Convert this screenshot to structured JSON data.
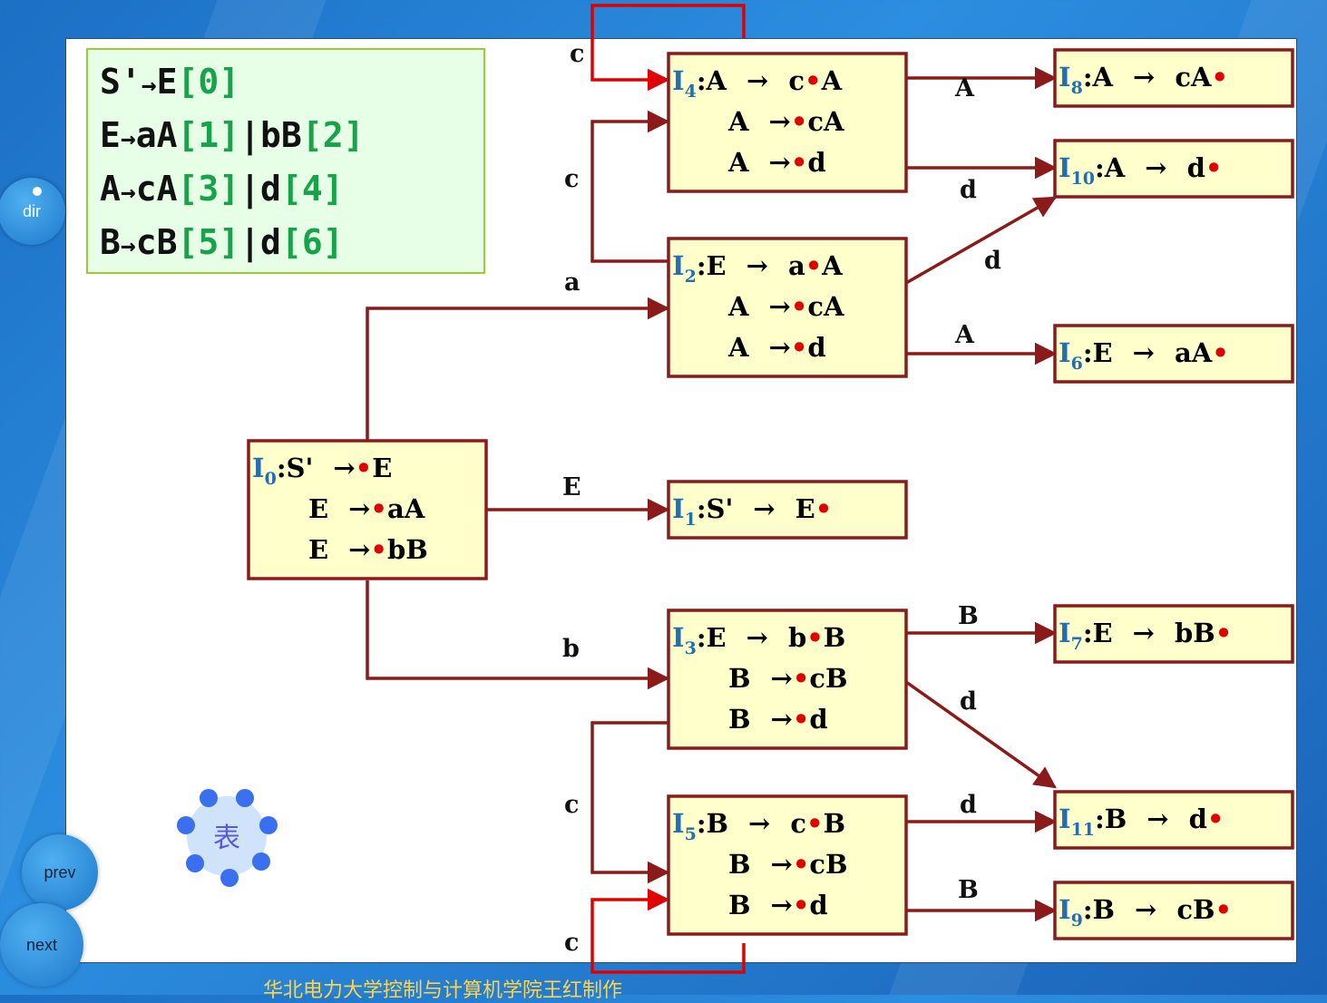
{
  "grammar": {
    "rule0": {
      "lhs": "S'",
      "arrow": "→",
      "rhs": "E",
      "num": "[0]"
    },
    "rule1": {
      "lhs": "E",
      "arrow": "→",
      "rhs1": "aA",
      "num1": "[1]",
      "sep": "|",
      "rhs2": "bB",
      "num2": "[2]"
    },
    "rule2": {
      "lhs": "A",
      "arrow": "→",
      "rhs1": "cA",
      "num1": "[3]",
      "sep": "|",
      "rhs2": "d",
      "num2": "[4]"
    },
    "rule3": {
      "lhs": "B",
      "arrow": "→",
      "rhs1": "cB",
      "num1": "[5]",
      "sep": "|",
      "rhs2": "d",
      "num2": "[6]"
    }
  },
  "states": {
    "I0": {
      "name": "I",
      "idx": "0",
      "items": [
        {
          "lhs": "S'",
          "pre": "",
          "post": "E"
        },
        {
          "lhs": "E",
          "pre": "",
          "post": "aA"
        },
        {
          "lhs": "E",
          "pre": "",
          "post": "bB"
        }
      ]
    },
    "I1": {
      "name": "I",
      "idx": "1",
      "items": [
        {
          "lhs": "S'",
          "pre": "E",
          "post": ""
        }
      ]
    },
    "I2": {
      "name": "I",
      "idx": "2",
      "items": [
        {
          "lhs": "E",
          "pre": "a",
          "post": "A"
        },
        {
          "lhs": "A",
          "pre": "",
          "post": "cA"
        },
        {
          "lhs": "A",
          "pre": "",
          "post": "d"
        }
      ]
    },
    "I3": {
      "name": "I",
      "idx": "3",
      "items": [
        {
          "lhs": "E",
          "pre": "b",
          "post": "B"
        },
        {
          "lhs": "B",
          "pre": "",
          "post": "cB"
        },
        {
          "lhs": "B",
          "pre": "",
          "post": "d"
        }
      ]
    },
    "I4": {
      "name": "I",
      "idx": "4",
      "items": [
        {
          "lhs": "A",
          "pre": "c",
          "post": "A"
        },
        {
          "lhs": "A",
          "pre": "",
          "post": "cA"
        },
        {
          "lhs": "A",
          "pre": "",
          "post": "d"
        }
      ]
    },
    "I5": {
      "name": "I",
      "idx": "5",
      "items": [
        {
          "lhs": "B",
          "pre": "c",
          "post": "B"
        },
        {
          "lhs": "B",
          "pre": "",
          "post": "cB"
        },
        {
          "lhs": "B",
          "pre": "",
          "post": "d"
        }
      ]
    },
    "I6": {
      "name": "I",
      "idx": "6",
      "items": [
        {
          "lhs": "E",
          "pre": "aA",
          "post": ""
        }
      ]
    },
    "I7": {
      "name": "I",
      "idx": "7",
      "items": [
        {
          "lhs": "E",
          "pre": "bB",
          "post": ""
        }
      ]
    },
    "I8": {
      "name": "I",
      "idx": "8",
      "items": [
        {
          "lhs": "A",
          "pre": "cA",
          "post": ""
        }
      ]
    },
    "I9": {
      "name": "I",
      "idx": "9",
      "items": [
        {
          "lhs": "B",
          "pre": "cB",
          "post": ""
        }
      ]
    },
    "I10": {
      "name": "I",
      "idx": "10",
      "items": [
        {
          "lhs": "A",
          "pre": "d",
          "post": ""
        }
      ]
    },
    "I11": {
      "name": "I",
      "idx": "11",
      "items": [
        {
          "lhs": "B",
          "pre": "d",
          "post": ""
        }
      ]
    }
  },
  "arrow_symbol": "→",
  "edges": {
    "I0_I2": "a",
    "I0_I1": "E",
    "I0_I3": "b",
    "I2_I4": "c",
    "I4_I4": "c",
    "I4_I8": "A",
    "I4_I10": "d",
    "I2_I10": "d",
    "I2_I6": "A",
    "I3_I7": "B",
    "I3_I11": "d",
    "I3_I5": "c",
    "I5_I5": "c",
    "I5_I11": "d",
    "I5_I9": "B"
  },
  "colors": {
    "box_fill": "#ffffcc",
    "box_border": "#8b1a1a",
    "edge": "#8b1a1a",
    "self_loop": "#e00000",
    "grammar_fill": "#e6ffe6",
    "grammar_border": "#9acd32"
  },
  "nav": {
    "dir": "dir",
    "prev": "prev",
    "next": "next",
    "table_button": "表"
  },
  "footer": "华北电力大学控制与计算机学院王红制作"
}
